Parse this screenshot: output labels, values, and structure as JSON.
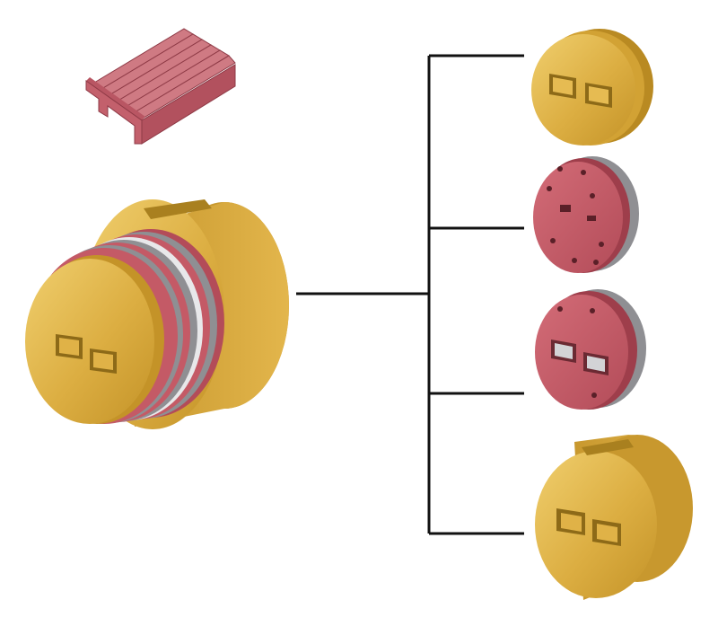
{
  "diagram": {
    "kind": "exploded-assembly",
    "colors": {
      "gold": "#d9a93a",
      "gold_dark": "#b98a22",
      "gold_light": "#eac25a",
      "red": "#c45a66",
      "red_dark": "#9e3e4b",
      "gray": "#8f8f93",
      "line": "#111111",
      "background": "#ffffff"
    },
    "parts": [
      {
        "id": "heatsink",
        "name": "heat-sink",
        "material": "red"
      },
      {
        "id": "assembly",
        "name": "stacked-assembly",
        "material": "gold"
      },
      {
        "id": "part1",
        "name": "gold-end-disc",
        "material": "gold"
      },
      {
        "id": "part2",
        "name": "red-disc-with-holes",
        "material": "red"
      },
      {
        "id": "part3",
        "name": "red-disc-with-windows",
        "material": "red"
      },
      {
        "id": "part4",
        "name": "gold-cap",
        "material": "gold"
      }
    ]
  }
}
